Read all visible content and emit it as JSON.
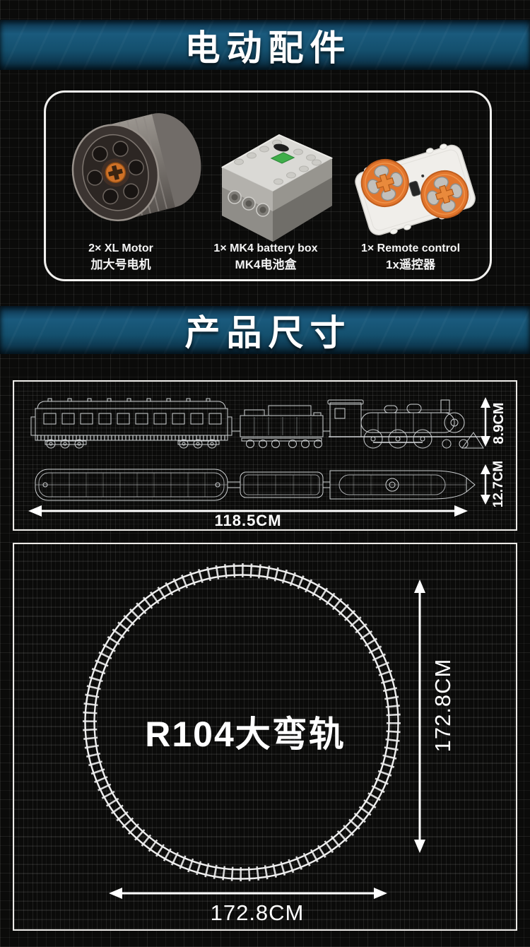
{
  "banners": {
    "electric_parts": "电动配件",
    "product_size": "产品尺寸"
  },
  "accessories": [
    {
      "name_en": "2× XL Motor",
      "name_cn": "加大号电机"
    },
    {
      "name_en": "1× MK4 battery box",
      "name_cn": "MK4电池盒"
    },
    {
      "name_en": "1× Remote control",
      "name_cn": "1x遥控器"
    }
  ],
  "train_dimensions": {
    "length": "118.5CM",
    "height": "8.9CM",
    "width": "12.7CM"
  },
  "track": {
    "name": "R104大弯轨",
    "vertical_diameter": "172.8CM",
    "horizontal_diameter": "172.8CM"
  },
  "colors": {
    "background": "#0b0b0a",
    "banner_blue": "#15516f",
    "border_white": "#efeeec",
    "blueprint_line": "#cdd0d2",
    "accent_orange": "#d9772e",
    "battery_green": "#3fae4a"
  }
}
